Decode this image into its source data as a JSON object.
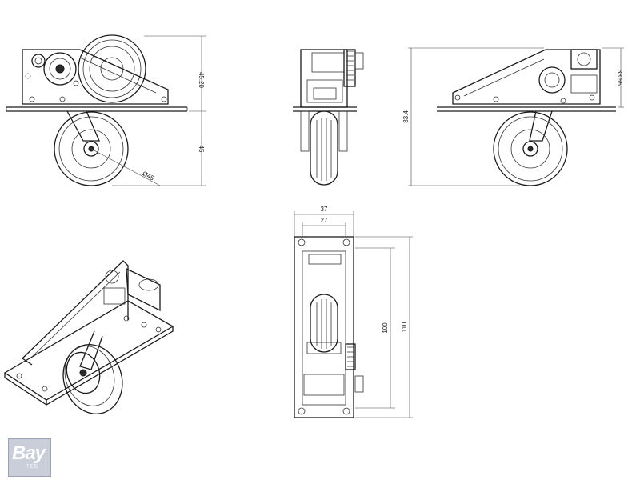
{
  "dimensions": {
    "front_top_height": "45.20",
    "front_wheel_height": "45",
    "wheel_diameter": "Ø45",
    "side_total_height": "83.4",
    "side_top_height": "38.55",
    "bottom_outer_width": "37",
    "bottom_inner_width": "27",
    "bottom_inner_length": "100",
    "bottom_outer_length": "110"
  },
  "logo": {
    "word": "Bay",
    "sub": "TEC"
  }
}
